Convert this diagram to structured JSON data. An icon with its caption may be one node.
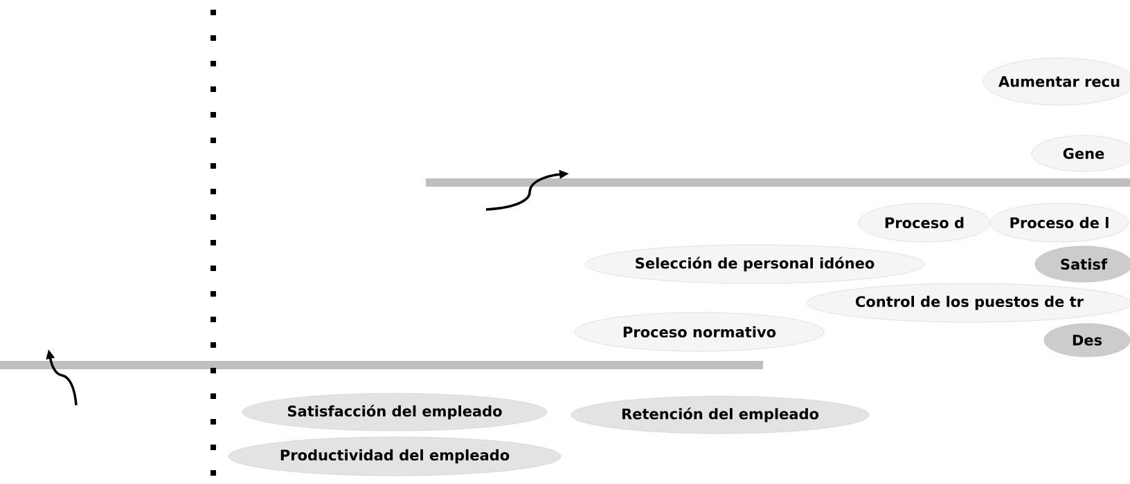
{
  "diagram": {
    "nodes": [
      {
        "text": [
          "Aumentar recu"
        ]
      },
      {
        "text": [
          "Gene"
        ]
      },
      {
        "text": [
          "Proceso d"
        ]
      },
      {
        "text": [
          "Proceso de l"
        ]
      },
      {
        "text": [
          "Selección de personal idóneo"
        ]
      },
      {
        "text": [
          "Satisf"
        ]
      },
      {
        "text": [
          "Control de los puestos de tr"
        ]
      },
      {
        "text": [
          "Proceso normativo"
        ]
      },
      {
        "text": [
          "Des"
        ]
      },
      {
        "text": [
          "Satisfacción del empleado"
        ]
      },
      {
        "text": [
          "Retención del empleado"
        ]
      },
      {
        "text": [
          "Productividad del empleado"
        ]
      }
    ]
  }
}
